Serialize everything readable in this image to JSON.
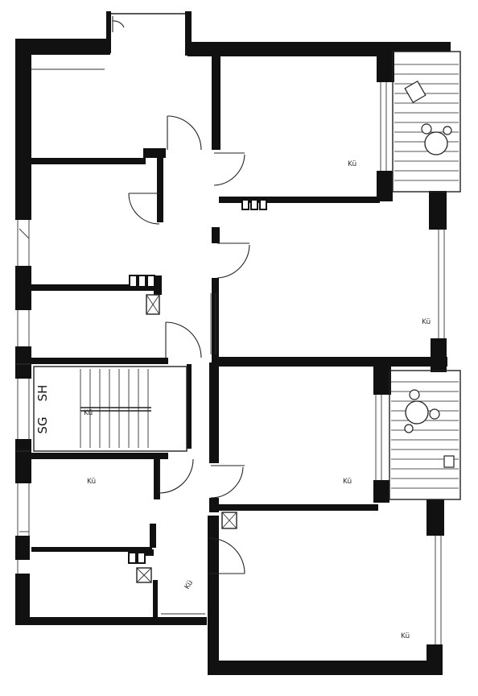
{
  "plan": {
    "stair_labels": [
      "SH",
      "SG"
    ],
    "room_annotations": [
      "Kü",
      "Kü",
      "Kü",
      "Kü",
      "Kü",
      "Kü",
      "Kü"
    ]
  },
  "icons": {
    "door": "door-swing-icon",
    "chimney": "chimney-flue-icon",
    "balcony": "balcony-icon",
    "table": "table-chairs-icon"
  }
}
